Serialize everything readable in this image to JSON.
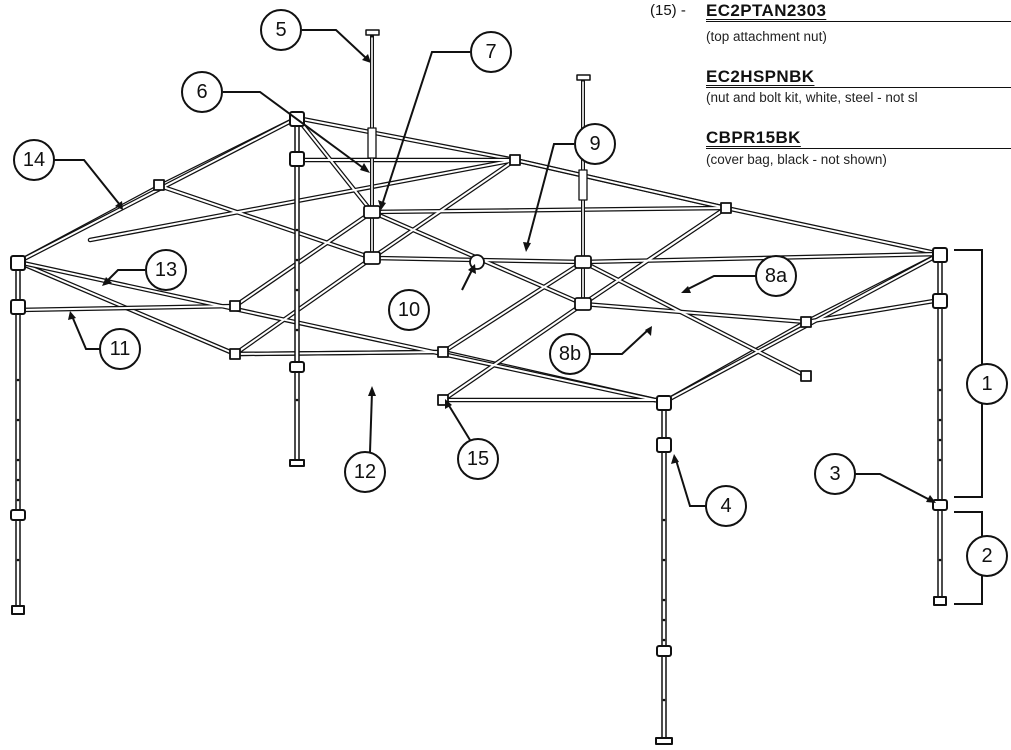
{
  "parts_list": {
    "prefix": "(15) -",
    "entries": [
      {
        "code": "EC2PTAN2303",
        "description": "(top attachment nut)"
      },
      {
        "code": "EC2HSPNBK",
        "description": "(nut and bolt kit, white, steel - not sl"
      },
      {
        "code": "CBPR15BK",
        "description": "(cover bag, black - not shown)"
      }
    ]
  },
  "callouts": {
    "c1": "1",
    "c2": "2",
    "c3": "3",
    "c4": "4",
    "c5": "5",
    "c6": "6",
    "c7": "7",
    "c8a": "8a",
    "c8b": "8b",
    "c9": "9",
    "c10": "10",
    "c11": "11",
    "c12": "12",
    "c13": "13",
    "c14": "14",
    "c15": "15"
  }
}
